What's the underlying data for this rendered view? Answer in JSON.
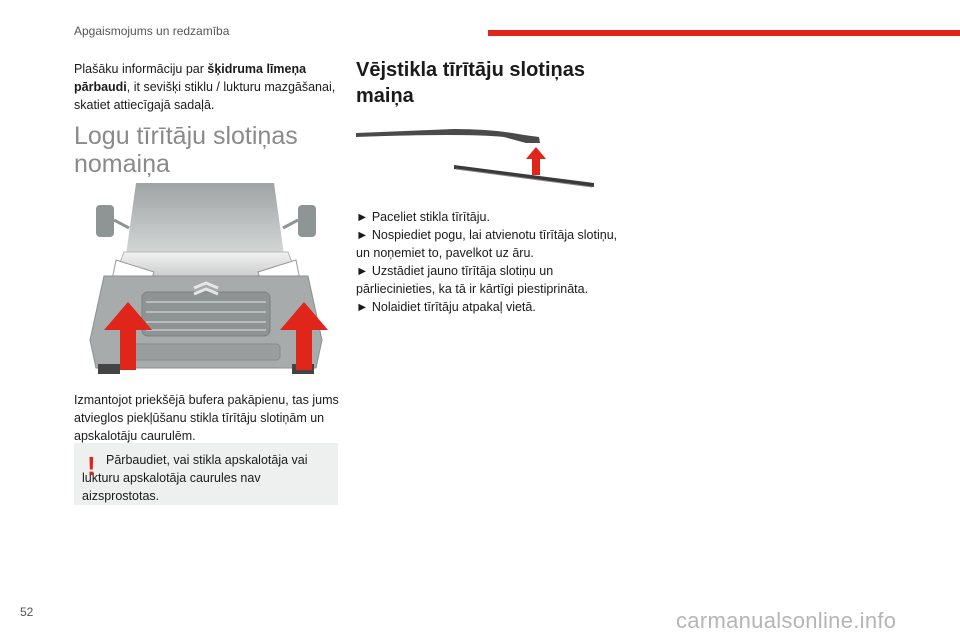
{
  "header": {
    "section_title": "Apgaismojums un redzamība",
    "accent_color": "#e0251b"
  },
  "left": {
    "intro_pre": "Plašāku informāciju par ",
    "intro_bold": "šķidruma līmeņa pārbaudi",
    "intro_post": ", it sevišķi stiklu / lukturu mazgāšanai, skatiet attiecīgajā sadaļā.",
    "heading": "Logu tīrītāju slotiņas nomaiņa",
    "bumper_text": "Izmantojot priekšējā bufera pakāpienu, tas jums atvieglos piekļūšanu stikla tīrītāju slotiņām un apskalotāju caurulēm.",
    "warning_icon": "exclamation-icon",
    "warning_mark": "!",
    "warning_text": "Pārbaudiet, vai stikla apskalotāja vai lukturu apskalotāja caurules nav aizsprostotas."
  },
  "right": {
    "heading": "Vējstikla tīrītāju slotiņas maiņa",
    "steps": [
      "► Paceliet stikla tīrītāju.",
      "► Nospiediet pogu, lai atvienotu tīrītāja slotiņu, un noņemiet to, pavelkot uz āru.",
      "► Uzstādiet jauno tīrītāja slotiņu un pārliecinieties, ka tā ir kārtīgi piestiprināta.",
      "► Nolaidiet tīrītāju atpakaļ vietā."
    ]
  },
  "footer": {
    "page_number": "52",
    "watermark": "carmanualsonline.info"
  }
}
